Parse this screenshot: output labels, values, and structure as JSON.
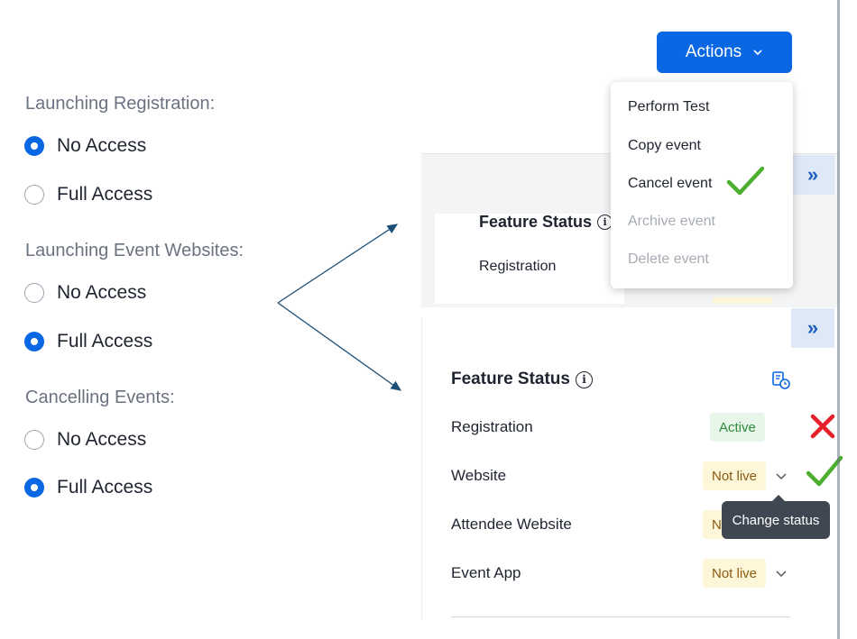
{
  "permissions": [
    {
      "label": "Launching Registration:",
      "options": [
        {
          "label": "No Access",
          "checked": true
        },
        {
          "label": "Full Access",
          "checked": false
        }
      ]
    },
    {
      "label": "Launching Event Websites:",
      "options": [
        {
          "label": "No Access",
          "checked": false
        },
        {
          "label": "Full Access",
          "checked": true
        }
      ]
    },
    {
      "label": "Cancelling Events:",
      "options": [
        {
          "label": "No Access",
          "checked": false
        },
        {
          "label": "Full Access",
          "checked": true
        }
      ]
    }
  ],
  "actions": {
    "label": "Actions",
    "menu": [
      {
        "label": "Perform Test",
        "disabled": false
      },
      {
        "label": "Copy event",
        "disabled": false
      },
      {
        "label": "Cancel event",
        "disabled": false
      },
      {
        "label": "Archive event",
        "disabled": true
      },
      {
        "label": "Delete event",
        "disabled": true
      }
    ]
  },
  "top_panel": {
    "title": "Feature Status",
    "row": "Registration",
    "expand_glyph": "»"
  },
  "feature_status": {
    "title": "Feature Status",
    "expand_glyph": "»",
    "rows": [
      {
        "label": "Registration",
        "status": "Active"
      },
      {
        "label": "Website",
        "status": "Not live"
      },
      {
        "label": "Attendee Website",
        "status": "N"
      },
      {
        "label": "Event App",
        "status": "Not live"
      }
    ],
    "tooltip": "Change status"
  },
  "colors": {
    "accent": "#0a67e3",
    "check": "#4caf2f",
    "cross": "#e5202a",
    "arrow": "#1b4f78"
  }
}
